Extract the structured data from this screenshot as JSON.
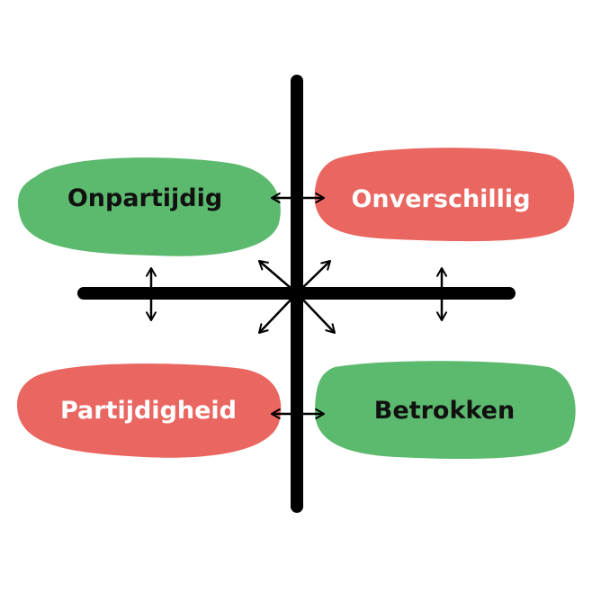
{
  "colors": {
    "green": "#5cba6e",
    "red": "#ea6660",
    "axis": "#000000",
    "dark_text": "#111111",
    "light_text": "#ffffff"
  },
  "quadrants": {
    "top_left": {
      "label": "Onpartijdig",
      "fill": "green"
    },
    "top_right": {
      "label": "Onverschillig",
      "fill": "red"
    },
    "bottom_left": {
      "label": "Partijdigheid",
      "fill": "red"
    },
    "bottom_right": {
      "label": "Betrokken",
      "fill": "green"
    }
  }
}
